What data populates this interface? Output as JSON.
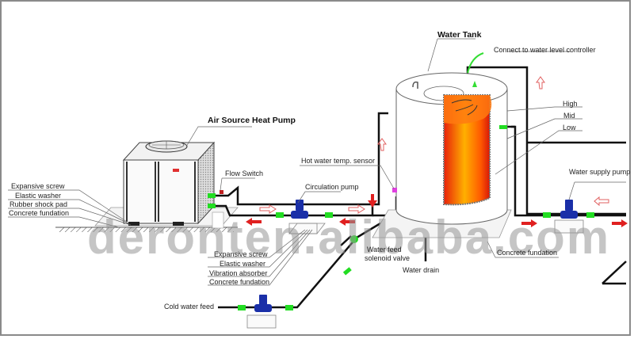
{
  "titles": {
    "heat_pump": "Air Source Heat Pump",
    "water_tank": "Water Tank"
  },
  "labels": {
    "expansive_screw_1": "Expansive screw",
    "elastic_washer_1": "Elastic washer",
    "rubber_shock_pad": "Rubber shock pad",
    "concrete_fundation_1": "Concrete fundation",
    "flow_switch": "Flow Switch",
    "circulation_pump": "Circulation pump",
    "hot_water_sensor": "Hot water temp. sensor",
    "connect_controller": "Connect to water level controller",
    "high": "High",
    "mid": "Mid",
    "low": "Low",
    "water_supply_pump": "Water supply pump",
    "expansive_screw_2": "Expansive screw",
    "elastic_washer_2": "Elastic washer",
    "vibration_absorber": "Vibration absorber",
    "concrete_fundation_2": "Concrete fundation",
    "water_feed_solenoid_1": "Water feed",
    "water_feed_solenoid_2": "solenoid valve",
    "water_drain": "Water drain",
    "concrete_fundation_3": "Concrete fundation",
    "cold_water_feed": "Cold water feed"
  },
  "watermark": "deronten.alibaba.com",
  "colors": {
    "pipe": "#111111",
    "valve": "#22dd22",
    "pump": "#1a2fa8",
    "flow_arrow": "#e02020",
    "tank_hot": "#ff6a00",
    "sensor": "#e040e0"
  }
}
